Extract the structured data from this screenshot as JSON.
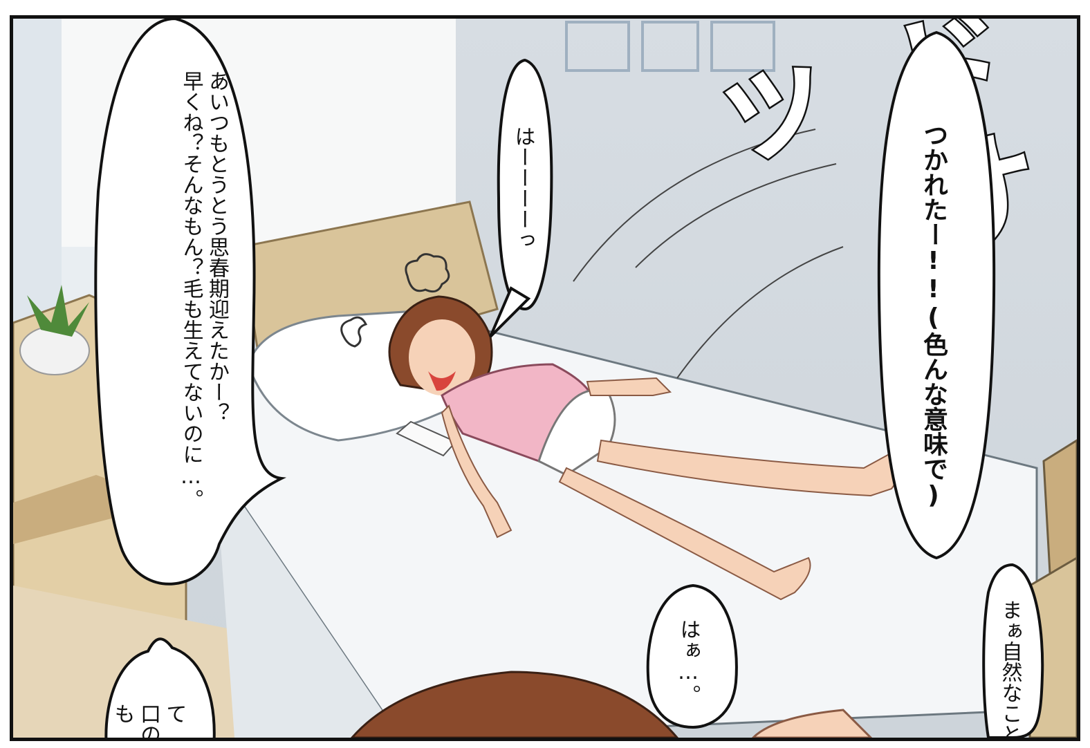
{
  "bubbles": {
    "b1": {
      "lines": [
        "あいつもとうとう思春期迎えたかー？",
        "早くね？そんなもん？毛も生えてないのに…。"
      ]
    },
    "b2": {
      "lines": [
        "はーーーーっ"
      ]
    },
    "b3": {
      "lines": [
        "つかれたー!!(色んな意味で)"
      ]
    },
    "b4": {
      "lines": [
        "はぁ…。"
      ]
    },
    "b5": {
      "lines": [
        "まぁ自然なこと"
      ]
    },
    "b6": {
      "lines": [
        "て",
        "口の",
        "も"
      ]
    }
  },
  "sfx": {
    "text": "ドサッ"
  },
  "colors": {
    "wall": "#d2d8de",
    "bed_sheet": "#f4f6f8",
    "headboard": "#d9c49a",
    "hair": "#8a4a2c",
    "camisole": "#f2b6c6",
    "skin": "#f6d2b8"
  }
}
